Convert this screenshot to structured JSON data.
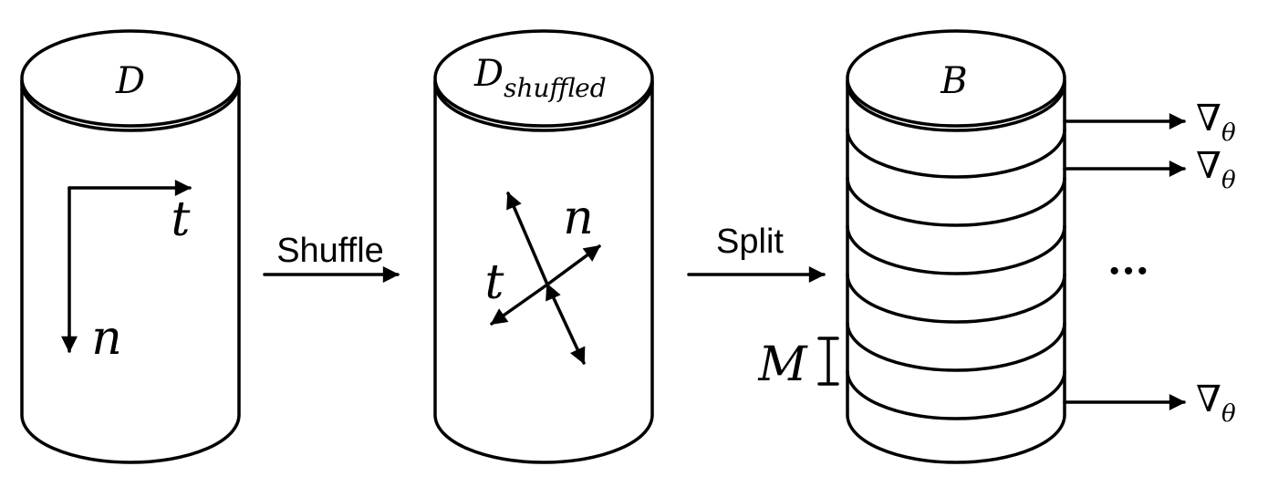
{
  "cylinders": {
    "d": {
      "label": "D"
    },
    "shuffled": {
      "label_main": "D",
      "label_sub": "shuffled"
    },
    "b": {
      "label": "B"
    }
  },
  "axes": {
    "time": "t",
    "samples": "n"
  },
  "steps": {
    "shuffle": "Shuffle",
    "split": "Split"
  },
  "batch": {
    "size_label": "M",
    "ellipsis": "···"
  },
  "gradient": {
    "symbol": "∇",
    "subscript": "θ"
  }
}
